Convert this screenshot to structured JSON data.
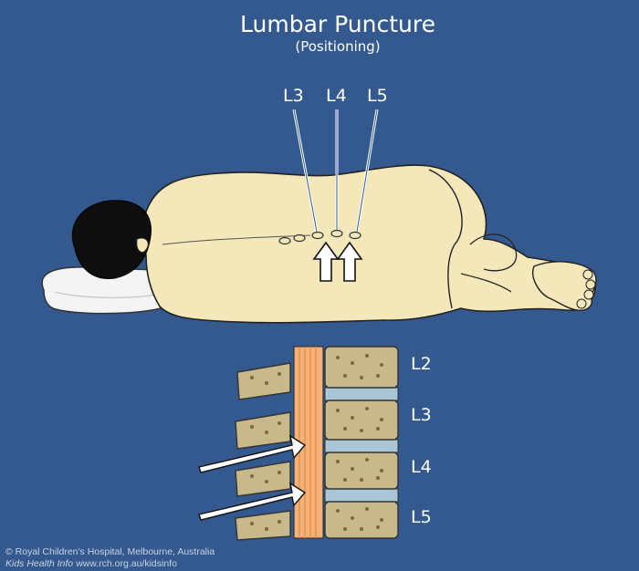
{
  "title": "Lumbar Puncture",
  "subtitle": "(Positioning)",
  "surface_labels": [
    "L3",
    "L4",
    "L5"
  ],
  "spine_labels": [
    "L2",
    "L3",
    "L4",
    "L5"
  ],
  "credit": {
    "line1": "© Royal Children's Hospital, Melbourne, Australia",
    "line2_italic": "Kids Health Info",
    "line2_url": "www.rch.org.au/kidsinfo"
  },
  "colors": {
    "background": "#33598f",
    "skin": "#f3e6b8",
    "hair": "#111111",
    "bone": "#c8b98b",
    "disc": "#a9c6d6",
    "spinal_cord": "#f2b27a"
  }
}
